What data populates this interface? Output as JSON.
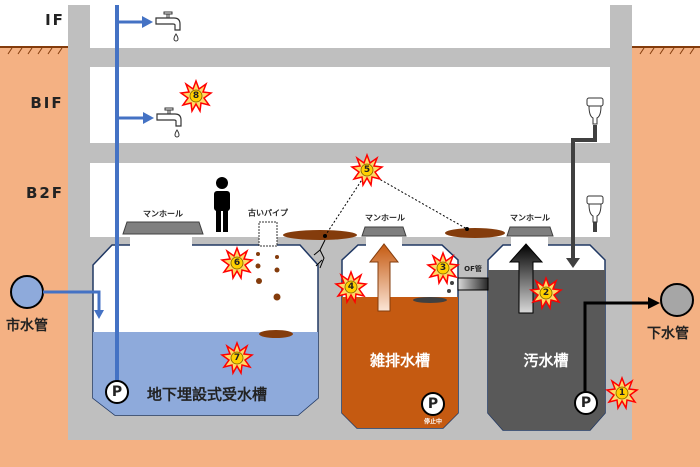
{
  "floors": [
    "IF",
    "BIF",
    "B2F"
  ],
  "labels": {
    "manhole": "マンホール",
    "old_pipe": "古いパイプ",
    "of_pipe": "OF管",
    "city_water_pipe": "市水管",
    "sewer_pipe": "下水管",
    "receiving_tank": "地下埋設式受水槽",
    "gray_water_tank": "雑排水槽",
    "sewage_tank": "汚水槽",
    "pump": "P",
    "stopped": "停止中"
  },
  "markers": [
    "1",
    "2",
    "3",
    "4",
    "5",
    "6",
    "7",
    "8"
  ],
  "colors": {
    "soil": "#f4b183",
    "concrete": "#bfbfbf",
    "water": "#8eaadb",
    "gray_water": "#c55a11",
    "sewage": "#595959",
    "pipe_blue": "#4472c4"
  }
}
